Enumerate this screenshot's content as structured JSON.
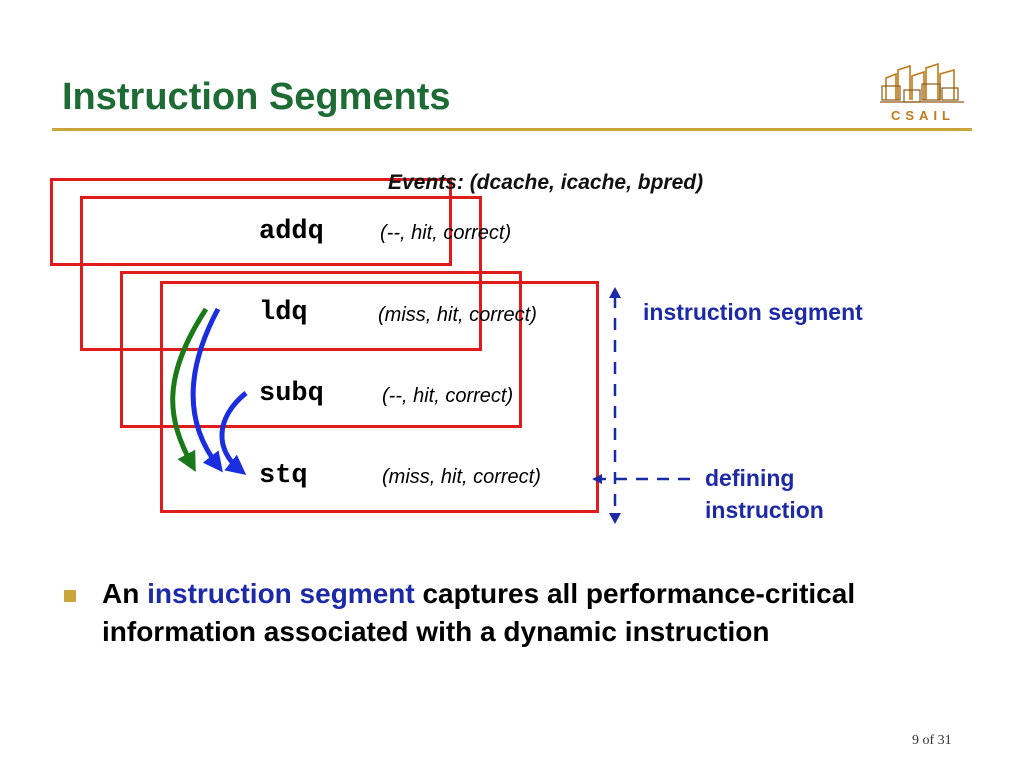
{
  "slide": {
    "title": "Instruction Segments",
    "logo_text": "CSAIL",
    "events_header": "Events: (dcache, icache, bpred)",
    "rows": [
      {
        "instr": "addq",
        "events": "(--, hit, correct)"
      },
      {
        "instr": "ldq",
        "events": "(miss, hit, correct)"
      },
      {
        "instr": "subq",
        "events": "(--, hit, correct)"
      },
      {
        "instr": "stq",
        "events": "(miss, hit, correct)"
      }
    ],
    "segment_label": "instruction segment",
    "defining_label_line1": "defining",
    "defining_label_line2": "instruction",
    "bullet": {
      "prefix": "An ",
      "highlight": "instruction segment",
      "rest": " captures all performance-critical information associated with a dynamic instruction"
    },
    "page_number": "9 of 31"
  },
  "colors": {
    "title": "#1f6b36",
    "accent_rule": "#c8a63a",
    "box": "#e01b1b",
    "blue": "#1c2aa8",
    "green_arrow": "#1a7a1a",
    "blue_arrow": "#1a2ee0"
  }
}
